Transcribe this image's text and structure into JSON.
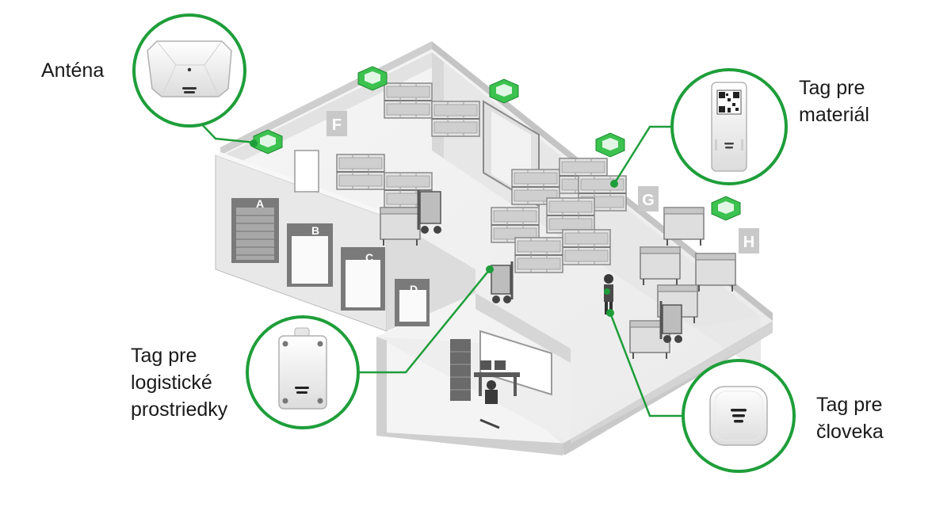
{
  "colors": {
    "accent_green": "#1e9e3a",
    "antenna_green": "#3cc24f",
    "wall_light": "#efefef",
    "wall_mid": "#d9d9d9",
    "wall_dark": "#b9b9b9",
    "floor": "#f4f4f4",
    "text": "#1a1a1a"
  },
  "callouts": {
    "antenna": {
      "line1": "Anténa",
      "icon": "ceiling-antenna-icon"
    },
    "material_tag": {
      "line1": "Tag pre",
      "line2": "materiál",
      "icon": "material-tag-qr-icon"
    },
    "logistics_tag": {
      "line1": "Tag pre",
      "line2": "logistické",
      "line3": "prostriedky",
      "icon": "logistics-tag-icon"
    },
    "person_tag": {
      "line1": "Tag pre",
      "line2": "človeka",
      "icon": "wearable-tag-icon"
    }
  },
  "zones": {
    "dock_a": "A",
    "dock_b": "B",
    "dock_c": "C",
    "dock_d": "D",
    "area_f": "F",
    "area_g": "G",
    "area_h": "H"
  }
}
